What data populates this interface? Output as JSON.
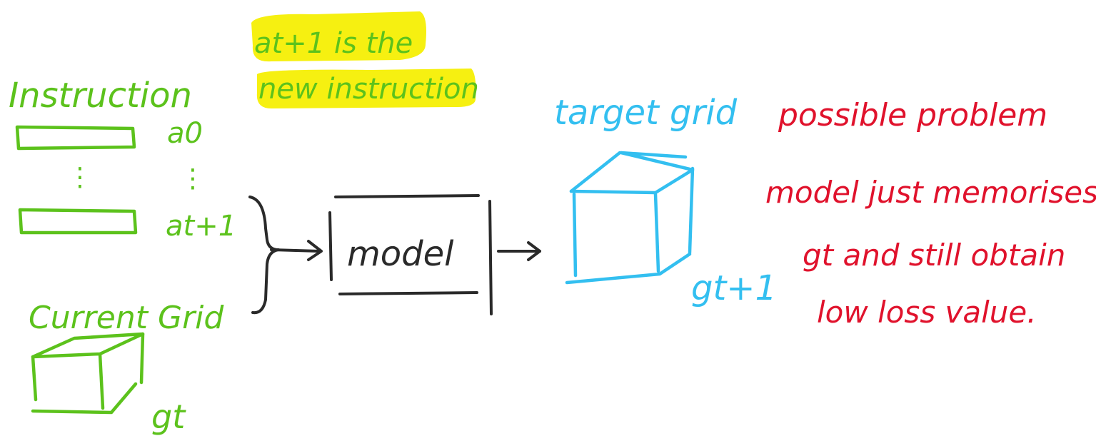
{
  "note": {
    "line1": "at+1 is the",
    "line2": "new instruction"
  },
  "instruction": {
    "title": "Instruction",
    "first_label": "a0",
    "dots_left": "⋮",
    "dots_right": "⋮",
    "last_label": "at+1"
  },
  "current_grid": {
    "title": "Current Grid",
    "label": "gt"
  },
  "model": {
    "label": "model"
  },
  "target_grid": {
    "title": "target grid",
    "label": "gt+1"
  },
  "problem": {
    "heading": "possible problem",
    "lines": [
      "model just memorises",
      "gt and still obtain",
      "low loss value."
    ]
  },
  "colors": {
    "green": "#5cc21c",
    "blue": "#33bff0",
    "red": "#e0122c",
    "highlight": "#f6f011",
    "ink": "#2a2a2a"
  }
}
